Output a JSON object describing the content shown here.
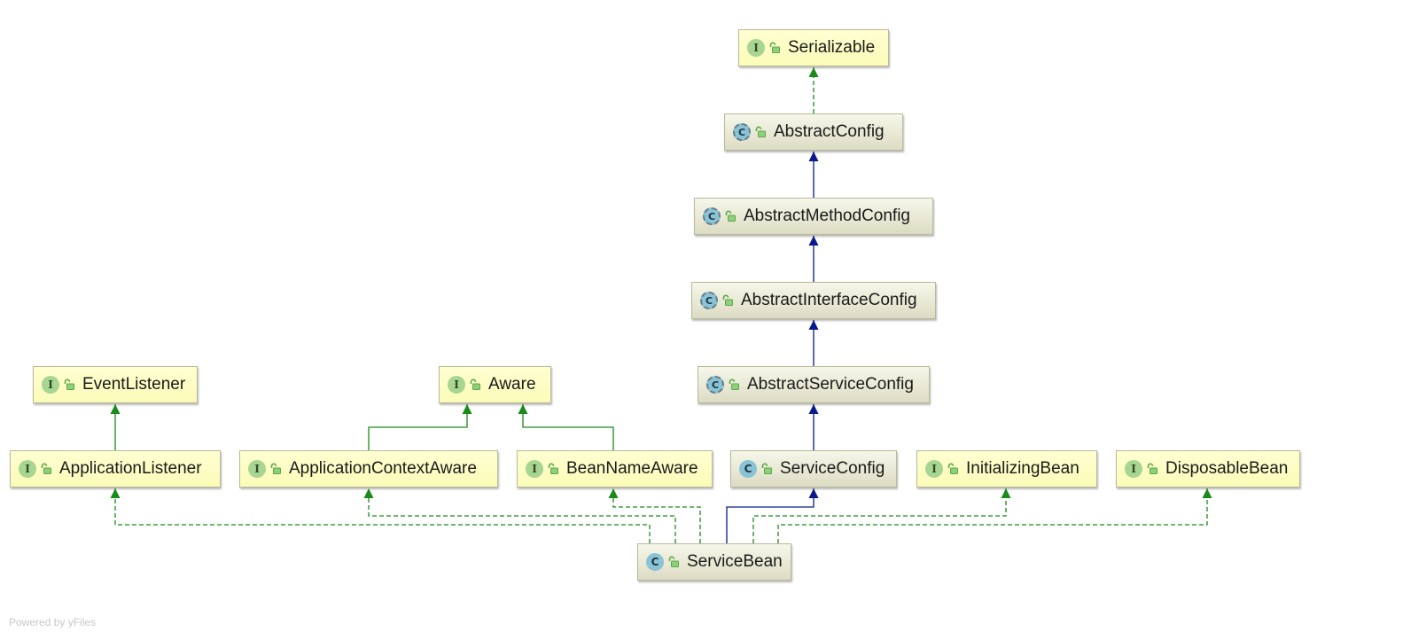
{
  "diagram": {
    "nodes": [
      {
        "id": "serializable",
        "label": "Serializable",
        "kind": "interface",
        "icon_text": "I"
      },
      {
        "id": "abstractconfig",
        "label": "AbstractConfig",
        "kind": "abstract-class",
        "icon_text": "C"
      },
      {
        "id": "abstractmethodconfig",
        "label": "AbstractMethodConfig",
        "kind": "abstract-class",
        "icon_text": "C"
      },
      {
        "id": "abstractinterfaceconfig",
        "label": "AbstractInterfaceConfig",
        "kind": "abstract-class",
        "icon_text": "C"
      },
      {
        "id": "abstractserviceconfig",
        "label": "AbstractServiceConfig",
        "kind": "abstract-class",
        "icon_text": "C"
      },
      {
        "id": "eventlistener",
        "label": "EventListener",
        "kind": "interface",
        "icon_text": "I"
      },
      {
        "id": "aware",
        "label": "Aware",
        "kind": "interface",
        "icon_text": "I"
      },
      {
        "id": "applicationlistener",
        "label": "ApplicationListener",
        "kind": "interface",
        "icon_text": "I"
      },
      {
        "id": "applicationcontextaware",
        "label": "ApplicationContextAware",
        "kind": "interface",
        "icon_text": "I"
      },
      {
        "id": "beannameaware",
        "label": "BeanNameAware",
        "kind": "interface",
        "icon_text": "I"
      },
      {
        "id": "serviceconfig",
        "label": "ServiceConfig",
        "kind": "class",
        "icon_text": "C"
      },
      {
        "id": "initializingbean",
        "label": "InitializingBean",
        "kind": "interface",
        "icon_text": "I"
      },
      {
        "id": "disposablebean",
        "label": "DisposableBean",
        "kind": "interface",
        "icon_text": "I"
      },
      {
        "id": "servicebean",
        "label": "ServiceBean",
        "kind": "class",
        "icon_text": "C"
      }
    ],
    "edges": [
      {
        "from": "abstractconfig",
        "to": "serializable",
        "type": "implements"
      },
      {
        "from": "abstractmethodconfig",
        "to": "abstractconfig",
        "type": "extends"
      },
      {
        "from": "abstractinterfaceconfig",
        "to": "abstractmethodconfig",
        "type": "extends"
      },
      {
        "from": "abstractserviceconfig",
        "to": "abstractinterfaceconfig",
        "type": "extends"
      },
      {
        "from": "serviceconfig",
        "to": "abstractserviceconfig",
        "type": "extends"
      },
      {
        "from": "applicationlistener",
        "to": "eventlistener",
        "type": "interface-extends"
      },
      {
        "from": "applicationcontextaware",
        "to": "aware",
        "type": "interface-extends"
      },
      {
        "from": "beannameaware",
        "to": "aware",
        "type": "interface-extends"
      },
      {
        "from": "servicebean",
        "to": "serviceconfig",
        "type": "extends"
      },
      {
        "from": "servicebean",
        "to": "applicationlistener",
        "type": "implements"
      },
      {
        "from": "servicebean",
        "to": "applicationcontextaware",
        "type": "implements"
      },
      {
        "from": "servicebean",
        "to": "beannameaware",
        "type": "implements"
      },
      {
        "from": "servicebean",
        "to": "initializingbean",
        "type": "implements"
      },
      {
        "from": "servicebean",
        "to": "disposablebean",
        "type": "implements"
      }
    ],
    "colors": {
      "extends": "#0a1a8c",
      "implements": "#1a8a1a",
      "interface-extends": "#1a8a1a"
    }
  },
  "footer": {
    "text": "Powered by yFiles"
  }
}
